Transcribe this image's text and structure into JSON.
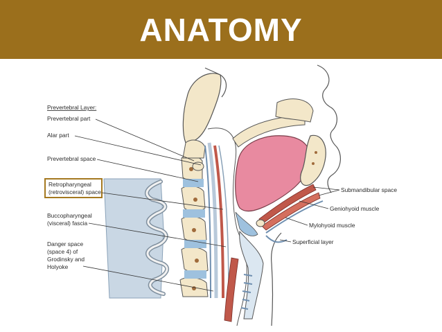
{
  "header": {
    "title": "ANATOMY"
  },
  "colors": {
    "banner": "#9b6f1c",
    "highlight_box": "#a4781f",
    "tongue": "#e88aa0",
    "muscle": "#c0584a",
    "fascia_blue": "#9ec1de",
    "bone": "#f3e7c9"
  },
  "labels": {
    "prevertebral_layer": "Prevertebral Layer:",
    "prevertebral_part": "Prevertebral part",
    "alar_part": "Alar part",
    "prevertebral_space": "Prevertebral space",
    "retropharyngeal_1": "Retropharyngeal",
    "retropharyngeal_2": "(retrovisceral) space",
    "buccopharyngeal_1": "Buccopharyngeal",
    "buccopharyngeal_2": "(visceral) fascia",
    "danger_1": "Danger space",
    "danger_2": "(space 4) of",
    "danger_3": "Grodinsky and",
    "danger_4": "Holyoke",
    "submandibular_space": "Submandibular space",
    "geniohyoid_muscle": "Geniohyoid muscle",
    "mylohyoid_muscle": "Mylohyoid muscle",
    "superficial_layer": "Superficial layer"
  }
}
